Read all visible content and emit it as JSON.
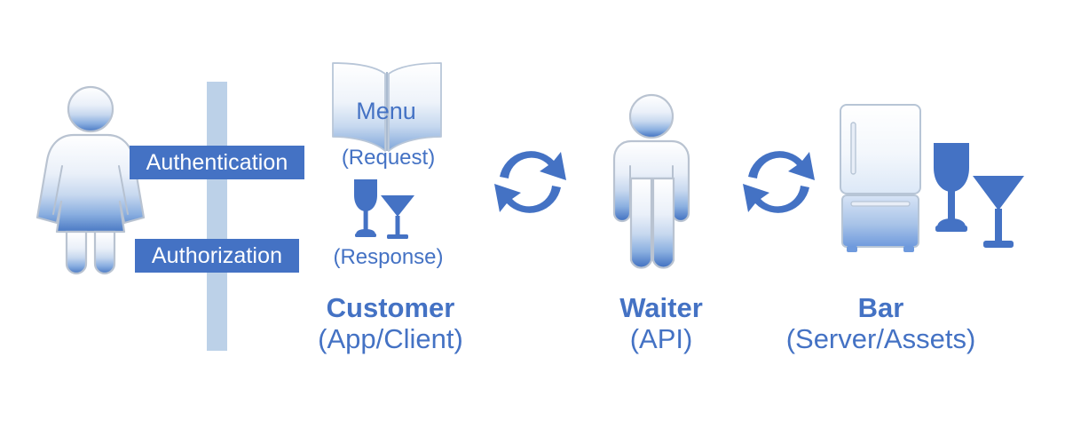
{
  "diagram": {
    "title": "REST API restaurant analogy",
    "background": "#ffffff",
    "colors": {
      "accent_blue": "#4472c4",
      "light_blue_bar": "#bcd1e8",
      "icon_blue": "#4472c4",
      "gradient_top": "#ffffff",
      "gradient_bottom": "#4a7ac4",
      "chip_text": "#ffffff"
    }
  },
  "separator": {
    "name": "vertical-divider"
  },
  "chips": [
    {
      "id": "authentication",
      "label": "Authentication"
    },
    {
      "id": "authorization",
      "label": "Authorization"
    }
  ],
  "actors": [
    {
      "id": "customer",
      "title": "Customer",
      "subtitle": "(App/Client)",
      "icons": [
        "female-person-icon",
        "open-book-icon",
        "wine-glass-icon",
        "martini-glass-icon"
      ]
    },
    {
      "id": "waiter",
      "title": "Waiter",
      "subtitle": "(API)",
      "icons": [
        "male-person-icon"
      ]
    },
    {
      "id": "bar",
      "title": "Bar",
      "subtitle": "(Server/Assets)",
      "icons": [
        "refrigerator-icon",
        "wine-glass-icon",
        "martini-glass-icon"
      ]
    }
  ],
  "customer_icons": {
    "menu_word": "Menu",
    "request_label": "(Request)",
    "response_label": "(Response)"
  },
  "exchange_arrows": [
    {
      "id": "customer-waiter",
      "name": "sync-arrows-icon"
    },
    {
      "id": "waiter-bar",
      "name": "sync-arrows-icon"
    }
  ]
}
